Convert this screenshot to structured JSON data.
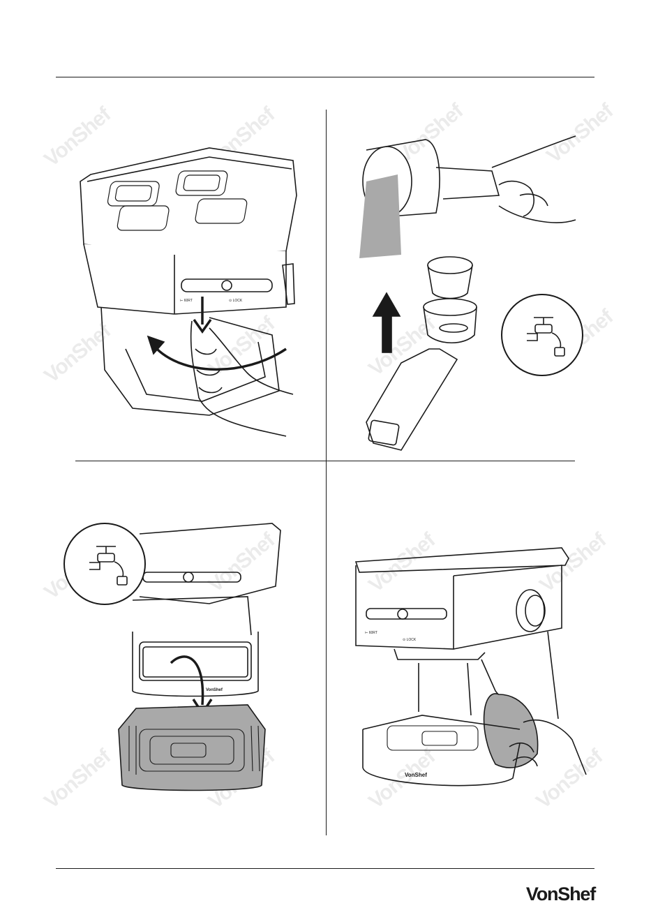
{
  "watermark": {
    "text": "VonShef"
  },
  "panels": {
    "top_left": {
      "button_label_left": "⊢ 60RT",
      "button_label_right": "⊙ LOCK"
    },
    "bottom_left": {
      "brand_on_tray": "VonShef"
    },
    "bottom_right": {
      "button_label_left": "⊢ 60RT",
      "button_label_right": "⊙ LOCK",
      "brand_on_base": "VonShef"
    }
  },
  "footer": {
    "brand": "VonShef"
  },
  "colors": {
    "line": "#1a1a1a",
    "shade": "#a9a9a9",
    "watermark": "#dcdcdc"
  }
}
